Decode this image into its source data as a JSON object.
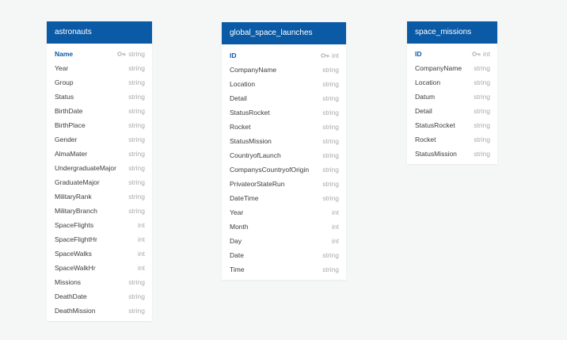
{
  "colors": {
    "header_bg": "#0b5aa6",
    "canvas_bg": "#f5f6f6",
    "type_text": "#a9a9a9"
  },
  "tables": [
    {
      "name": "astronauts",
      "columns": [
        {
          "name": "Name",
          "type": "string",
          "pk": true
        },
        {
          "name": "Year",
          "type": "string"
        },
        {
          "name": "Group",
          "type": "string"
        },
        {
          "name": "Status",
          "type": "string"
        },
        {
          "name": "BirthDate",
          "type": "string"
        },
        {
          "name": "BirthPlace",
          "type": "string"
        },
        {
          "name": "Gender",
          "type": "string"
        },
        {
          "name": "AlmaMater",
          "type": "string"
        },
        {
          "name": "UndergraduateMajor",
          "type": "string"
        },
        {
          "name": "GraduateMajor",
          "type": "string"
        },
        {
          "name": "MilitaryRank",
          "type": "string"
        },
        {
          "name": "MilitaryBranch",
          "type": "string"
        },
        {
          "name": "SpaceFlights",
          "type": "int"
        },
        {
          "name": "SpaceFlightHr",
          "type": "int"
        },
        {
          "name": "SpaceWalks",
          "type": "int"
        },
        {
          "name": "SpaceWalkHr",
          "type": "int"
        },
        {
          "name": "Missions",
          "type": "string"
        },
        {
          "name": "DeathDate",
          "type": "string"
        },
        {
          "name": "DeathMission",
          "type": "string"
        }
      ]
    },
    {
      "name": "global_space_launches",
      "columns": [
        {
          "name": "ID",
          "type": "int",
          "pk": true
        },
        {
          "name": "CompanyName",
          "type": "string"
        },
        {
          "name": "Location",
          "type": "string"
        },
        {
          "name": "Detail",
          "type": "string"
        },
        {
          "name": "StatusRocket",
          "type": "string"
        },
        {
          "name": "Rocket",
          "type": "string"
        },
        {
          "name": "StatusMission",
          "type": "string"
        },
        {
          "name": "CountryofLaunch",
          "type": "string"
        },
        {
          "name": "CompanysCountryofOrigin",
          "type": "string"
        },
        {
          "name": "PrivateorStateRun",
          "type": "string"
        },
        {
          "name": "DateTime",
          "type": "string"
        },
        {
          "name": "Year",
          "type": "int"
        },
        {
          "name": "Month",
          "type": "int"
        },
        {
          "name": "Day",
          "type": "int"
        },
        {
          "name": "Date",
          "type": "string"
        },
        {
          "name": "Time",
          "type": "string"
        }
      ]
    },
    {
      "name": "space_missions",
      "columns": [
        {
          "name": "ID",
          "type": "int",
          "pk": true
        },
        {
          "name": "CompanyName",
          "type": "string"
        },
        {
          "name": "Location",
          "type": "string"
        },
        {
          "name": "Datum",
          "type": "string"
        },
        {
          "name": "Detail",
          "type": "string"
        },
        {
          "name": "StatusRocket",
          "type": "string"
        },
        {
          "name": "Rocket",
          "type": "string"
        },
        {
          "name": "StatusMission",
          "type": "string"
        }
      ]
    }
  ]
}
